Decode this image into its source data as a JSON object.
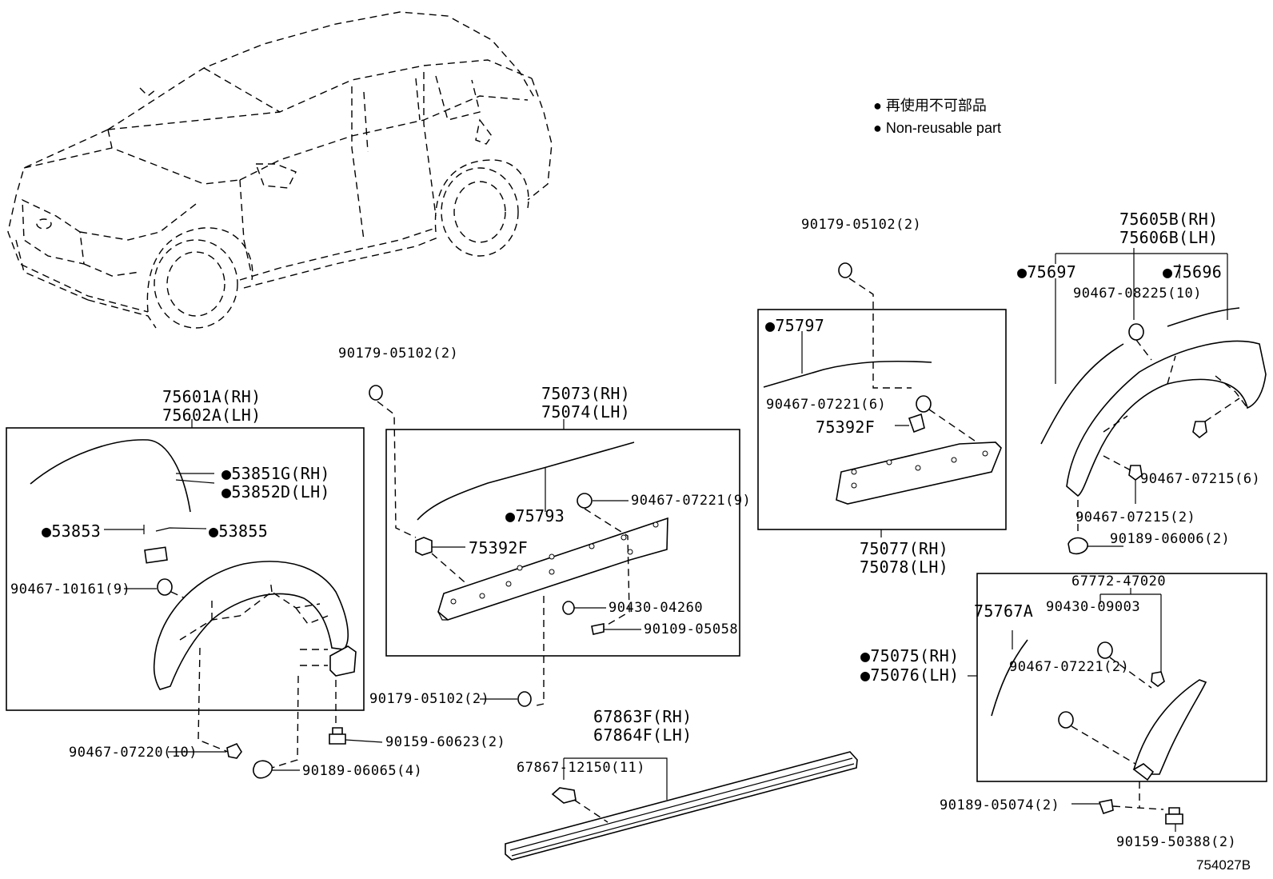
{
  "legend": {
    "jp": "● 再使用不可部品",
    "en": "● Non-reusable part"
  },
  "diagram_id": "754027B",
  "labels": {
    "p90179_a": "90179-05102(2)",
    "p75601": "75601A(RH)",
    "p75602": "75602A(LH)",
    "p53851": "●53851G(RH)",
    "p53852": "●53852D(LH)",
    "p53853": "●53853",
    "p53855": "●53855",
    "p90467_10161": "90467-10161(9)",
    "p90467_07220": "90467-07220(10)",
    "p90159_60623": "90159-60623(2)",
    "p90189_06065": "90189-06065(4)",
    "p75073": "75073(RH)",
    "p75074": "75074(LH)",
    "p75793": "●75793",
    "p90467_07221_9": "90467-07221(9)",
    "p75392f_a": "75392F",
    "p90430_04260": "90430-04260",
    "p90109_05058": "90109-05058",
    "p90179_b": "90179-05102(2)",
    "p67863": "67863F(RH)",
    "p67864": "67864F(LH)",
    "p67867": "67867-12150(11)",
    "p90179_c": "90179-05102(2)",
    "p75797": "●75797",
    "p90467_07221_6": "90467-07221(6)",
    "p75392f_b": "75392F",
    "p75077": "75077(RH)",
    "p75078": "75078(LH)",
    "p75605": "75605B(RH)",
    "p75606": "75606B(LH)",
    "p75697": "●75697",
    "p75696": "●75696",
    "p90467_08225": "90467-08225(10)",
    "p90467_07215_6": "90467-07215(6)",
    "p90467_07215_2": "90467-07215(2)",
    "p90189_06006": "90189-06006(2)",
    "p67772": "67772-47020",
    "p90430_09003": "90430-09003",
    "p75767": "75767A",
    "p90467_07221_2": "90467-07221(2)",
    "p75075": "●75075(RH)",
    "p75076": "●75076(LH)",
    "p90189_05074": "90189-05074(2)",
    "p90159_50388": "90159-50388(2)"
  }
}
